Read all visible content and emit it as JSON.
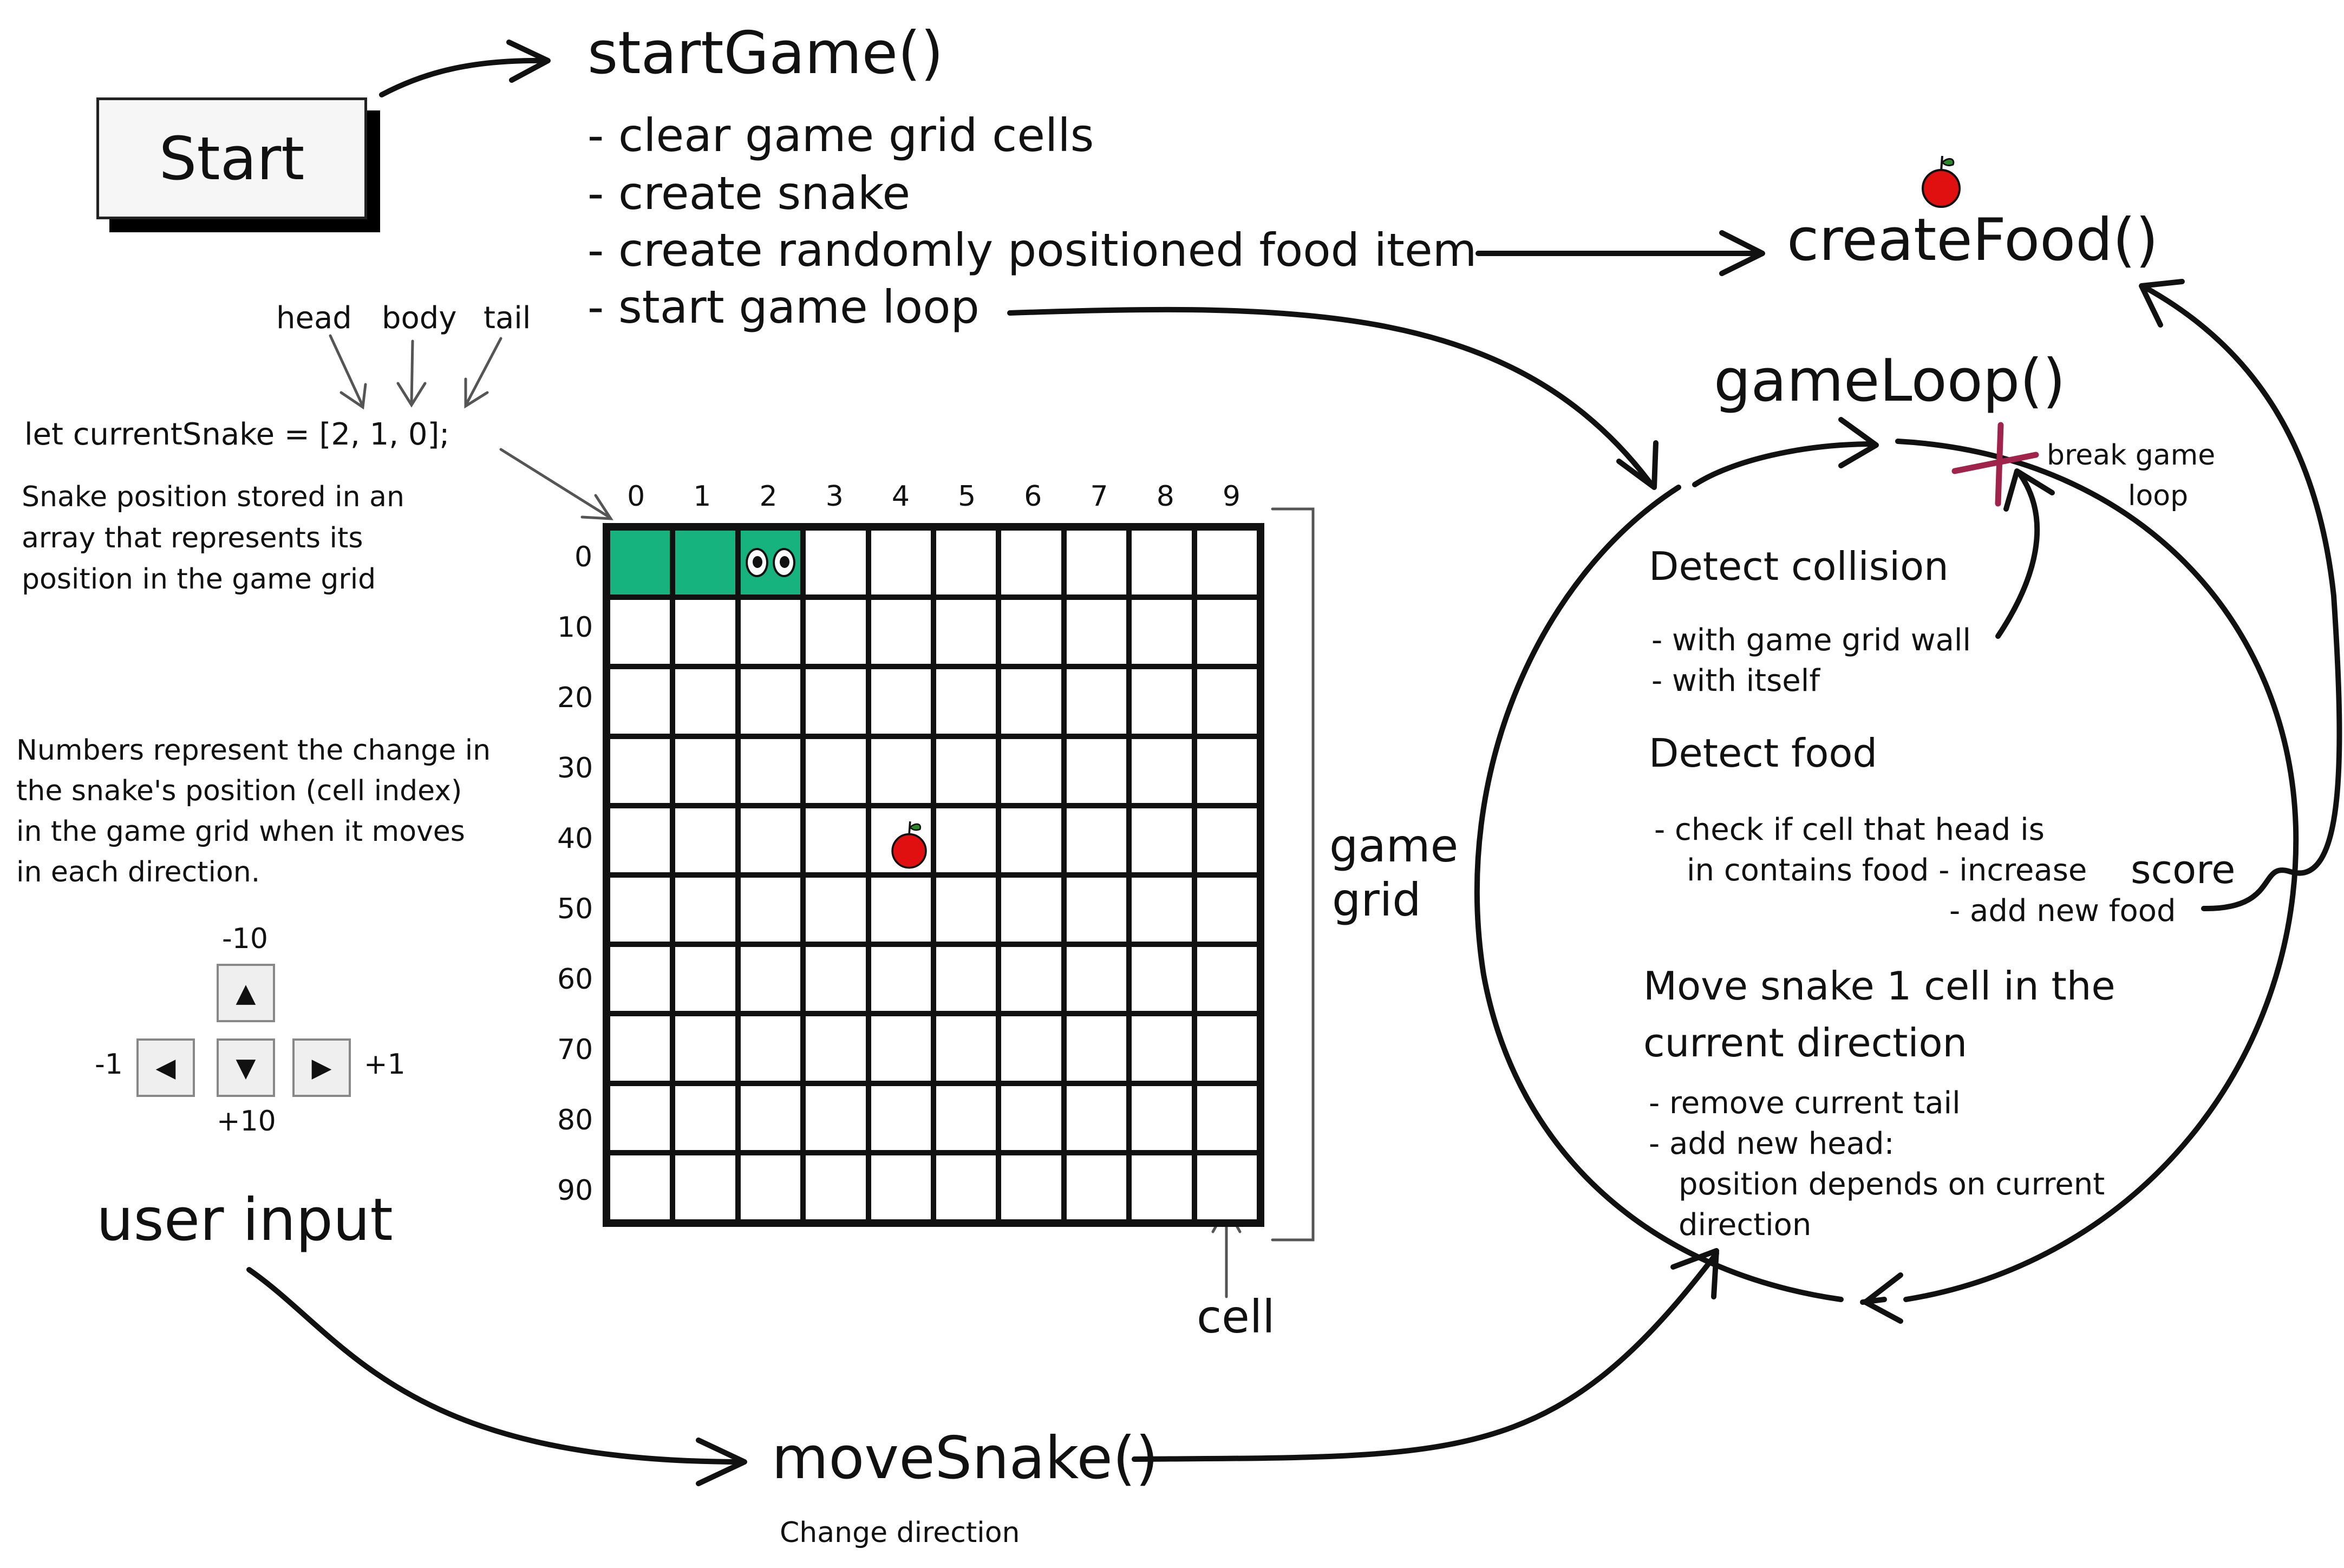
{
  "start_button": {
    "label": "Start"
  },
  "functions": {
    "start_game": "startGame()",
    "create_food": "createFood()",
    "game_loop": "gameLoop()",
    "move_snake": "moveSnake()"
  },
  "start_game_steps": [
    "- clear game grid cells",
    "- create snake",
    "- create randomly positioned food item",
    "- start game loop"
  ],
  "snake_labels": {
    "head": "head",
    "body": "body",
    "tail": "tail"
  },
  "snake_code": "let currentSnake = [2, 1, 0];",
  "snake_note": [
    "Snake position stored in an",
    "array that represents its",
    "position in the game grid"
  ],
  "numbers_note": [
    "Numbers represent the change in",
    "the snake's position (cell index)",
    "in the game grid when it moves",
    "in each direction."
  ],
  "direction_values": {
    "up": "-10",
    "left": "-1",
    "right": "+1",
    "down": "+10"
  },
  "user_input": "user input",
  "change_direction": "Change direction",
  "grid": {
    "columns": [
      "0",
      "1",
      "2",
      "3",
      "4",
      "5",
      "6",
      "7",
      "8",
      "9"
    ],
    "rows": [
      "0",
      "10",
      "20",
      "30",
      "40",
      "50",
      "60",
      "70",
      "80",
      "90"
    ],
    "snake_cells": [
      0,
      1,
      2
    ],
    "head_cell": 2,
    "food_cell": 44
  },
  "game_grid_label": [
    "game",
    "grid"
  ],
  "cell_label": "cell",
  "loop": {
    "detect_collision": "Detect collision",
    "collision_items": [
      "- with game grid wall",
      "- with itself"
    ],
    "detect_food": "Detect food",
    "food_items": [
      "- check if cell that head is",
      "in contains food - increase",
      "score",
      "- add new food"
    ],
    "move_title": [
      "Move snake 1 cell in the",
      "current direction"
    ],
    "move_items": [
      "- remove current tail",
      "- add new head:",
      "position depends on current",
      "direction"
    ],
    "break": [
      "break game",
      "loop"
    ]
  },
  "colors": {
    "snake": "#16b37f",
    "food": "#e01010",
    "break_mark": "#a0234b"
  },
  "icons": [
    "apple-icon",
    "arrow-up-icon",
    "arrow-left-icon",
    "arrow-right-icon",
    "arrow-down-icon",
    "eyes-icon"
  ]
}
